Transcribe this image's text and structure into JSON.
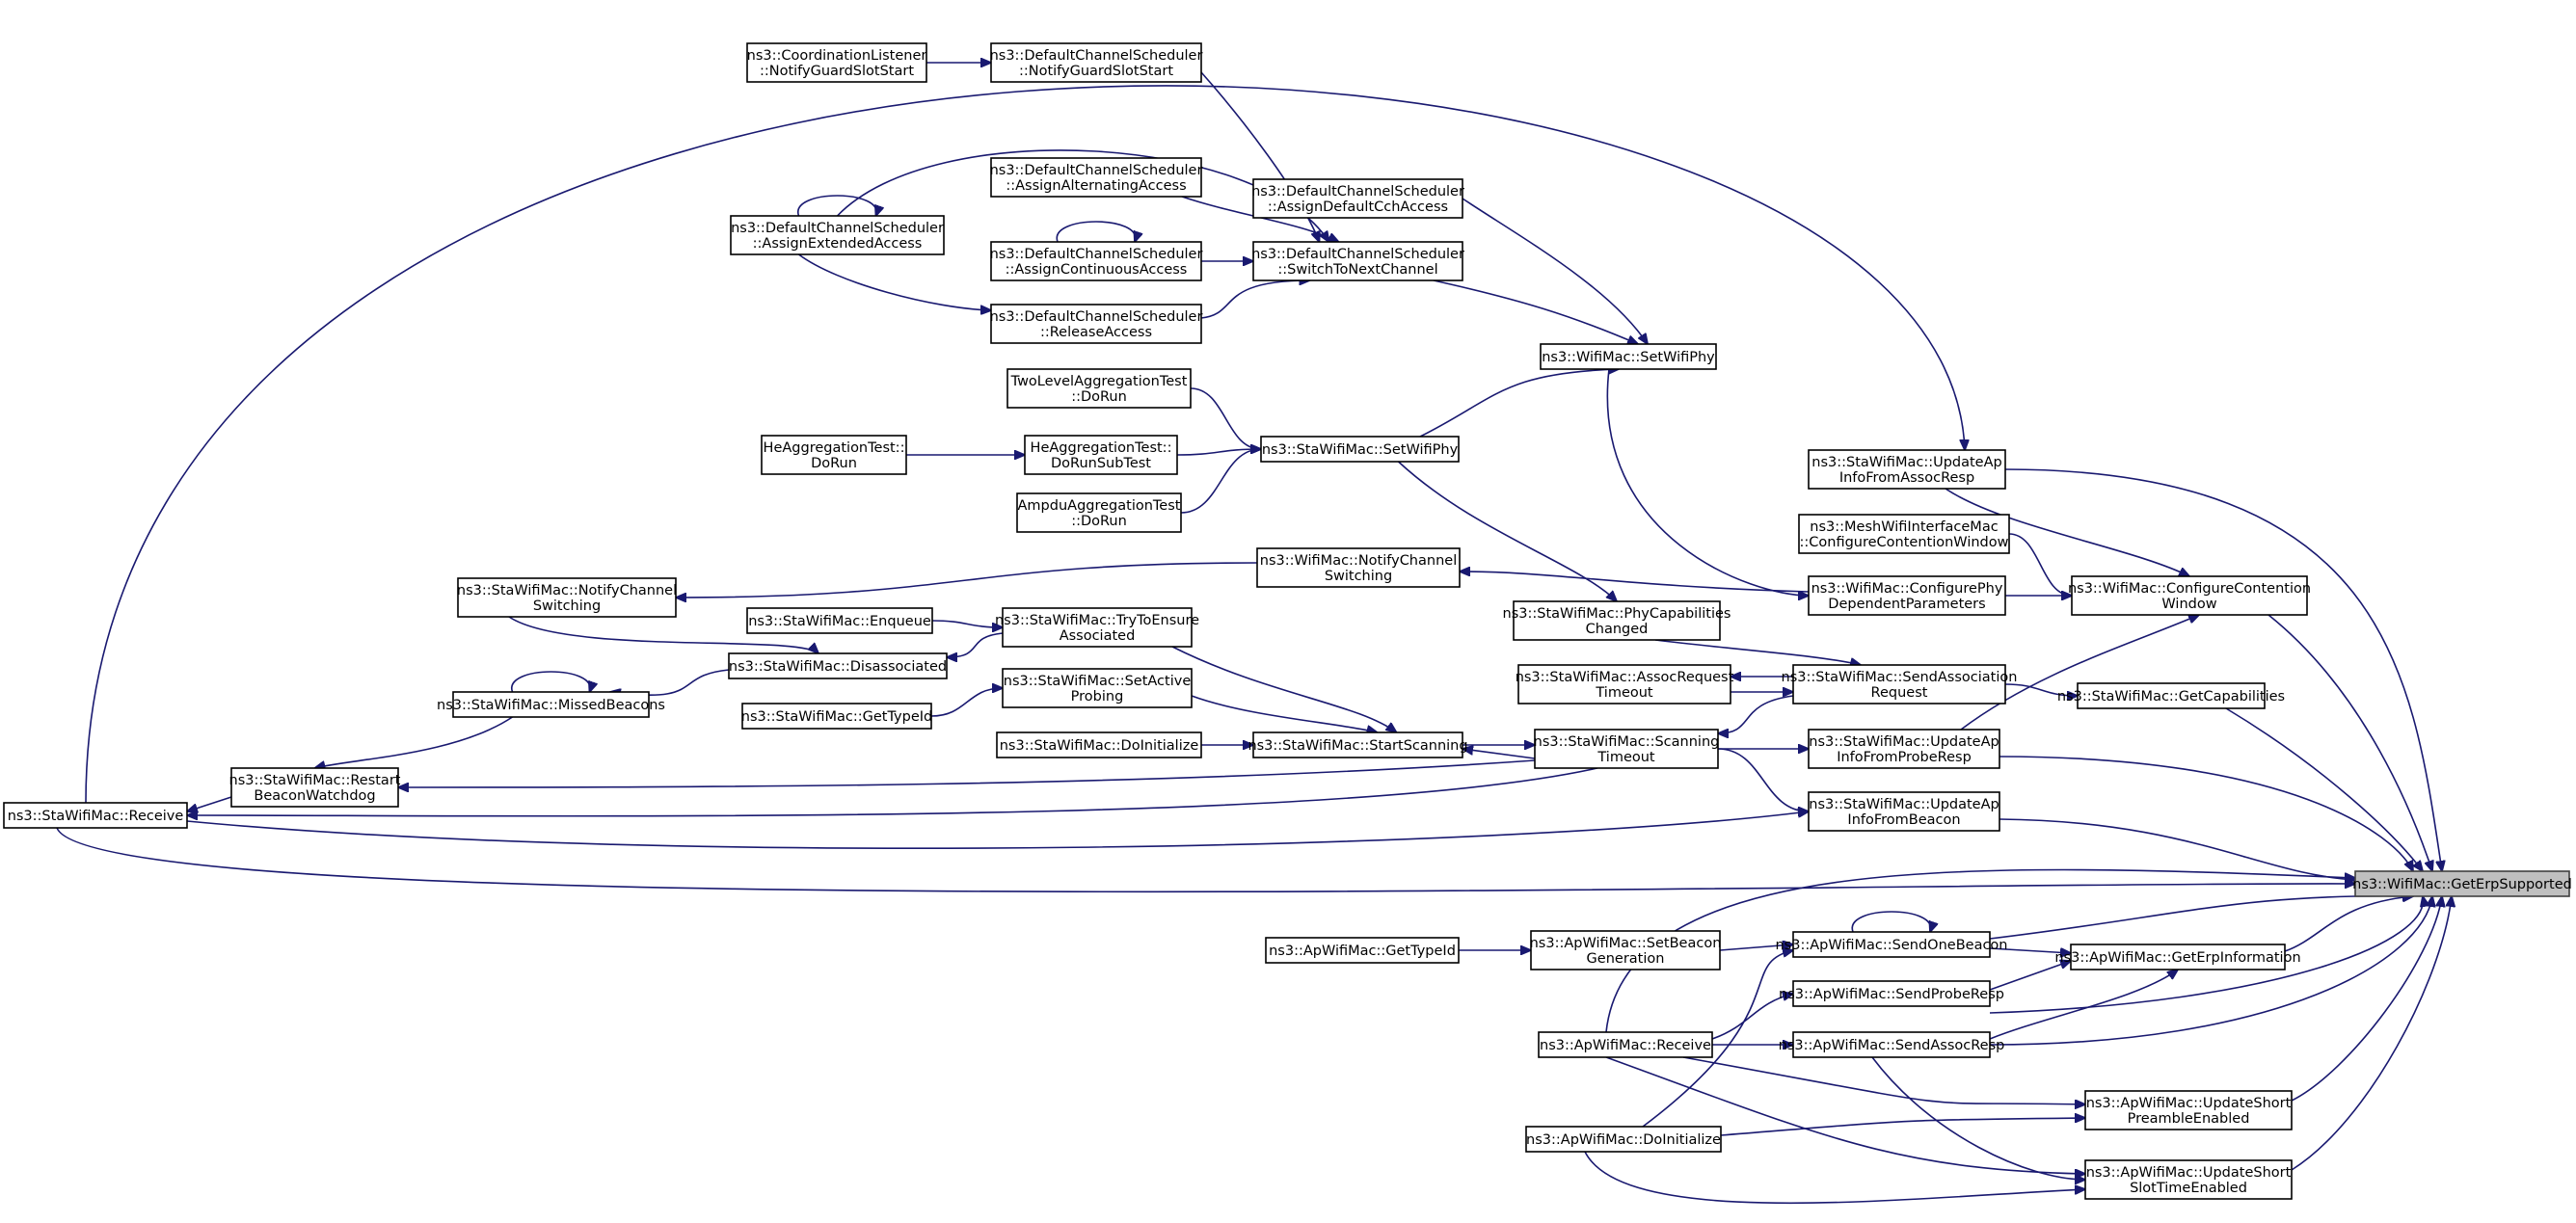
{
  "graph": {
    "direction": "callers",
    "edge_color": "#191970",
    "root_fill": "#bfbfbf",
    "nodes": [
      {
        "id": "n0",
        "lines": [
          "ns3::WifiMac::GetErpSupported"
        ],
        "root": true
      },
      {
        "id": "n1",
        "lines": [
          "ns3::StaWifiMac::UpdateAp",
          "InfoFromAssocResp"
        ]
      },
      {
        "id": "n2",
        "lines": [
          "ns3::StaWifiMac::Receive"
        ]
      },
      {
        "id": "n3",
        "lines": [
          "ns3::StaWifiMac::Restart",
          "BeaconWatchdog"
        ]
      },
      {
        "id": "n4",
        "lines": [
          "ns3::StaWifiMac::MissedBeacons"
        ]
      },
      {
        "id": "n5",
        "lines": [
          "ns3::StaWifiMac::Disassociated"
        ]
      },
      {
        "id": "n6",
        "lines": [
          "ns3::StaWifiMac::NotifyChannel",
          "Switching"
        ]
      },
      {
        "id": "n7",
        "lines": [
          "ns3::StaWifiMac::Scanning",
          "Timeout"
        ]
      },
      {
        "id": "n8",
        "lines": [
          "ns3::StaWifiMac::StartScanning"
        ]
      },
      {
        "id": "n9",
        "lines": [
          "ns3::StaWifiMac::DoInitialize"
        ]
      },
      {
        "id": "n10",
        "lines": [
          "ns3::StaWifiMac::SetActive",
          "Probing"
        ]
      },
      {
        "id": "n11",
        "lines": [
          "ns3::StaWifiMac::GetTypeId"
        ]
      },
      {
        "id": "n12",
        "lines": [
          "ns3::StaWifiMac::TryToEnsure",
          "Associated"
        ]
      },
      {
        "id": "n13",
        "lines": [
          "ns3::StaWifiMac::Enqueue"
        ]
      },
      {
        "id": "n14",
        "lines": [
          "ns3::StaWifiMac::SendAssociation",
          "Request"
        ]
      },
      {
        "id": "n15",
        "lines": [
          "ns3::StaWifiMac::AssocRequest",
          "Timeout"
        ]
      },
      {
        "id": "n16",
        "lines": [
          "ns3::WifiMac::ConfigurePhy",
          "DependentParameters"
        ]
      },
      {
        "id": "n17",
        "lines": [
          "ns3::WifiMac::ConfigureContention",
          "Window"
        ]
      },
      {
        "id": "n18",
        "lines": [
          "ns3::MeshWifiInterfaceMac",
          "::ConfigureContentionWindow"
        ]
      },
      {
        "id": "n19",
        "lines": [
          "ns3::StaWifiMac::UpdateAp",
          "InfoFromProbeResp"
        ]
      },
      {
        "id": "n20",
        "lines": [
          "ns3::StaWifiMac::UpdateAp",
          "InfoFromBeacon"
        ]
      },
      {
        "id": "n21",
        "lines": [
          "ns3::StaWifiMac::GetCapabilities"
        ]
      },
      {
        "id": "n22",
        "lines": [
          "ns3::WifiMac::SetWifiPhy"
        ]
      },
      {
        "id": "n23",
        "lines": [
          "ns3::StaWifiMac::SetWifiPhy"
        ]
      },
      {
        "id": "n24",
        "lines": [
          "TwoLevelAggregationTest",
          "::DoRun"
        ]
      },
      {
        "id": "n25",
        "lines": [
          "HeAggregationTest::",
          "DoRunSubTest"
        ]
      },
      {
        "id": "n26",
        "lines": [
          "HeAggregationTest::",
          "DoRun"
        ]
      },
      {
        "id": "n27",
        "lines": [
          "AmpduAggregationTest",
          "::DoRun"
        ]
      },
      {
        "id": "n28",
        "lines": [
          "ns3::StaWifiMac::PhyCapabilities",
          "Changed"
        ]
      },
      {
        "id": "n29",
        "lines": [
          "ns3::DefaultChannelScheduler",
          "::AssignDefaultCchAccess"
        ]
      },
      {
        "id": "n30",
        "lines": [
          "ns3::DefaultChannelScheduler",
          "::SwitchToNextChannel"
        ]
      },
      {
        "id": "n31",
        "lines": [
          "ns3::DefaultChannelScheduler",
          "::NotifyGuardSlotStart"
        ]
      },
      {
        "id": "n32",
        "lines": [
          "ns3::CoordinationListener",
          "::NotifyGuardSlotStart"
        ]
      },
      {
        "id": "n33",
        "lines": [
          "ns3::DefaultChannelScheduler",
          "::AssignAlternatingAccess"
        ]
      },
      {
        "id": "n34",
        "lines": [
          "ns3::DefaultChannelScheduler",
          "::AssignExtendedAccess"
        ]
      },
      {
        "id": "n35",
        "lines": [
          "ns3::DefaultChannelScheduler",
          "::AssignContinuousAccess"
        ]
      },
      {
        "id": "n36",
        "lines": [
          "ns3::DefaultChannelScheduler",
          "::ReleaseAccess"
        ]
      },
      {
        "id": "n37",
        "lines": [
          "ns3::WifiMac::NotifyChannel",
          "Switching"
        ]
      },
      {
        "id": "n38",
        "lines": [
          "ns3::ApWifiMac::GetErpInformation"
        ]
      },
      {
        "id": "n39",
        "lines": [
          "ns3::ApWifiMac::SendOneBeacon"
        ]
      },
      {
        "id": "n40",
        "lines": [
          "ns3::ApWifiMac::SetBeacon",
          "Generation"
        ]
      },
      {
        "id": "n41",
        "lines": [
          "ns3::ApWifiMac::GetTypeId"
        ]
      },
      {
        "id": "n42",
        "lines": [
          "ns3::ApWifiMac::SendProbeResp"
        ]
      },
      {
        "id": "n43",
        "lines": [
          "ns3::ApWifiMac::Receive"
        ]
      },
      {
        "id": "n44",
        "lines": [
          "ns3::ApWifiMac::SendAssocResp"
        ]
      },
      {
        "id": "n45",
        "lines": [
          "ns3::ApWifiMac::DoInitialize"
        ]
      },
      {
        "id": "n46",
        "lines": [
          "ns3::ApWifiMac::UpdateShort",
          "PreambleEnabled"
        ]
      },
      {
        "id": "n47",
        "lines": [
          "ns3::ApWifiMac::UpdateShort",
          "SlotTimeEnabled"
        ]
      }
    ],
    "edges": [
      {
        "from": "n1",
        "to": "n0"
      },
      {
        "from": "n2",
        "to": "n1"
      },
      {
        "from": "n3",
        "to": "n2"
      },
      {
        "from": "n4",
        "to": "n3"
      },
      {
        "from": "n4",
        "to": "n4"
      },
      {
        "from": "n5",
        "to": "n4"
      },
      {
        "from": "n6",
        "to": "n5"
      },
      {
        "from": "n12",
        "to": "n5"
      },
      {
        "from": "n37",
        "to": "n6"
      },
      {
        "from": "n16",
        "to": "n37"
      },
      {
        "from": "n7",
        "to": "n3"
      },
      {
        "from": "n7",
        "to": "n2"
      },
      {
        "from": "n7",
        "to": "n8"
      },
      {
        "from": "n8",
        "to": "n7"
      },
      {
        "from": "n9",
        "to": "n8"
      },
      {
        "from": "n10",
        "to": "n8"
      },
      {
        "from": "n11",
        "to": "n10"
      },
      {
        "from": "n12",
        "to": "n8"
      },
      {
        "from": "n13",
        "to": "n12"
      },
      {
        "from": "n14",
        "to": "n7"
      },
      {
        "from": "n14",
        "to": "n15"
      },
      {
        "from": "n15",
        "to": "n14"
      },
      {
        "from": "n28",
        "to": "n14"
      },
      {
        "from": "n23",
        "to": "n28"
      },
      {
        "from": "n24",
        "to": "n23"
      },
      {
        "from": "n25",
        "to": "n23"
      },
      {
        "from": "n26",
        "to": "n25"
      },
      {
        "from": "n27",
        "to": "n23"
      },
      {
        "from": "n22",
        "to": "n16"
      },
      {
        "from": "n23",
        "to": "n22"
      },
      {
        "from": "n29",
        "to": "n22"
      },
      {
        "from": "n30",
        "to": "n22"
      },
      {
        "from": "n31",
        "to": "n30"
      },
      {
        "from": "n32",
        "to": "n31"
      },
      {
        "from": "n33",
        "to": "n30"
      },
      {
        "from": "n34",
        "to": "n30"
      },
      {
        "from": "n34",
        "to": "n34"
      },
      {
        "from": "n34",
        "to": "n36"
      },
      {
        "from": "n35",
        "to": "n30"
      },
      {
        "from": "n35",
        "to": "n35"
      },
      {
        "from": "n36",
        "to": "n30"
      },
      {
        "from": "n16",
        "to": "n17"
      },
      {
        "from": "n18",
        "to": "n17"
      },
      {
        "from": "n1",
        "to": "n17"
      },
      {
        "from": "n19",
        "to": "n17"
      },
      {
        "from": "n17",
        "to": "n0"
      },
      {
        "from": "n7",
        "to": "n19"
      },
      {
        "from": "n19",
        "to": "n0"
      },
      {
        "from": "n7",
        "to": "n20"
      },
      {
        "from": "n2",
        "to": "n20"
      },
      {
        "from": "n20",
        "to": "n0"
      },
      {
        "from": "n14",
        "to": "n21"
      },
      {
        "from": "n21",
        "to": "n0"
      },
      {
        "from": "n2",
        "to": "n0"
      },
      {
        "from": "n38",
        "to": "n0"
      },
      {
        "from": "n39",
        "to": "n38"
      },
      {
        "from": "n39",
        "to": "n39"
      },
      {
        "from": "n39",
        "to": "n0"
      },
      {
        "from": "n40",
        "to": "n39"
      },
      {
        "from": "n41",
        "to": "n40"
      },
      {
        "from": "n45",
        "to": "n39"
      },
      {
        "from": "n42",
        "to": "n38"
      },
      {
        "from": "n42",
        "to": "n0"
      },
      {
        "from": "n43",
        "to": "n42"
      },
      {
        "from": "n43",
        "to": "n44"
      },
      {
        "from": "n43",
        "to": "n0"
      },
      {
        "from": "n44",
        "to": "n38"
      },
      {
        "from": "n44",
        "to": "n0"
      },
      {
        "from": "n43",
        "to": "n46"
      },
      {
        "from": "n45",
        "to": "n46"
      },
      {
        "from": "n46",
        "to": "n0"
      },
      {
        "from": "n43",
        "to": "n47"
      },
      {
        "from": "n44",
        "to": "n47"
      },
      {
        "from": "n45",
        "to": "n47"
      },
      {
        "from": "n47",
        "to": "n0"
      }
    ]
  }
}
